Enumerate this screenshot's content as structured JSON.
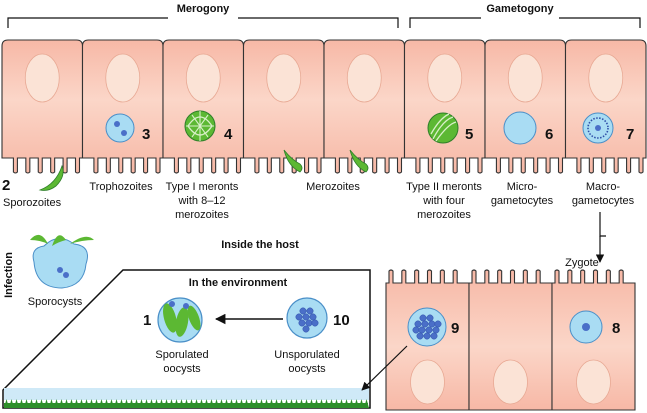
{
  "headings": {
    "merogony": "Merogony",
    "gametogony": "Gametogony",
    "inside_host": "Inside the host",
    "in_environment": "In the environment",
    "infection": "Infection",
    "zygote": "Zygote"
  },
  "stages": [
    {
      "num": "1",
      "label": [
        "Sporulated",
        "oocysts"
      ]
    },
    {
      "num": "2",
      "label": [
        "Sporozoites"
      ]
    },
    {
      "num": "3",
      "label": [
        "Trophozoites"
      ]
    },
    {
      "num": "4",
      "label": [
        "Type I meronts",
        "with 8–12",
        "merozoites"
      ]
    },
    {
      "num": "5",
      "label": [
        "Type II meronts",
        "with four",
        "merozoites"
      ]
    },
    {
      "num": "6",
      "label": [
        "Micro-",
        "gametocytes"
      ]
    },
    {
      "num": "7",
      "label": [
        "Macro-",
        "gametocytes"
      ]
    },
    {
      "num": "8",
      "label": []
    },
    {
      "num": "9",
      "label": []
    },
    {
      "num": "10",
      "label": [
        "Unsporulated",
        "oocysts"
      ]
    }
  ],
  "other_labels": {
    "merozoites": "Merozoites",
    "sporocysts": "Sporocysts"
  },
  "colors": {
    "cell_fill": "#f9c7b8",
    "cell_stroke": "#333333",
    "nucleus": "#fbe3d6",
    "parasite_blue": "#a9dcf3",
    "dot_blue": "#4a6fc8",
    "parasite_green": "#5cb833",
    "grass": "#2f8f2a",
    "water": "#cfe9f7"
  }
}
